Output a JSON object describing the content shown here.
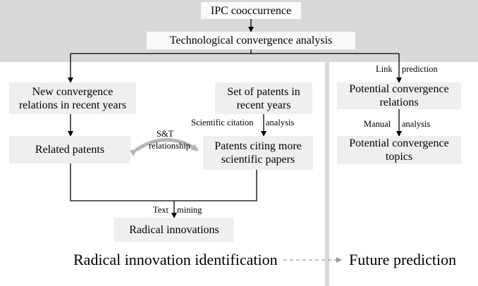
{
  "top": {
    "ipc": "IPC cooccurrence",
    "tca": "Technological convergence analysis"
  },
  "left": {
    "new_convergence": "New convergence relations in recent years",
    "set_patents": "Set of patents in recent years",
    "scientific_citation": "Scientific citation",
    "analysis_1": "analysis",
    "related_patents": "Related patents",
    "st_label_1": "S&T",
    "st_label_2": "relationship",
    "citing_papers": "Patents citing more scientific papers",
    "text": "Text",
    "mining": "mining",
    "radical_innovations": "Radical innovations",
    "section_title": "Radical innovation identification"
  },
  "right": {
    "link": "Link",
    "prediction": "prediction",
    "potential_relations": "Potential convergence relations",
    "manual": "Manual",
    "analysis_2": "analysis",
    "potential_topics": "Potential convergence topics",
    "section_title": "Future prediction"
  }
}
